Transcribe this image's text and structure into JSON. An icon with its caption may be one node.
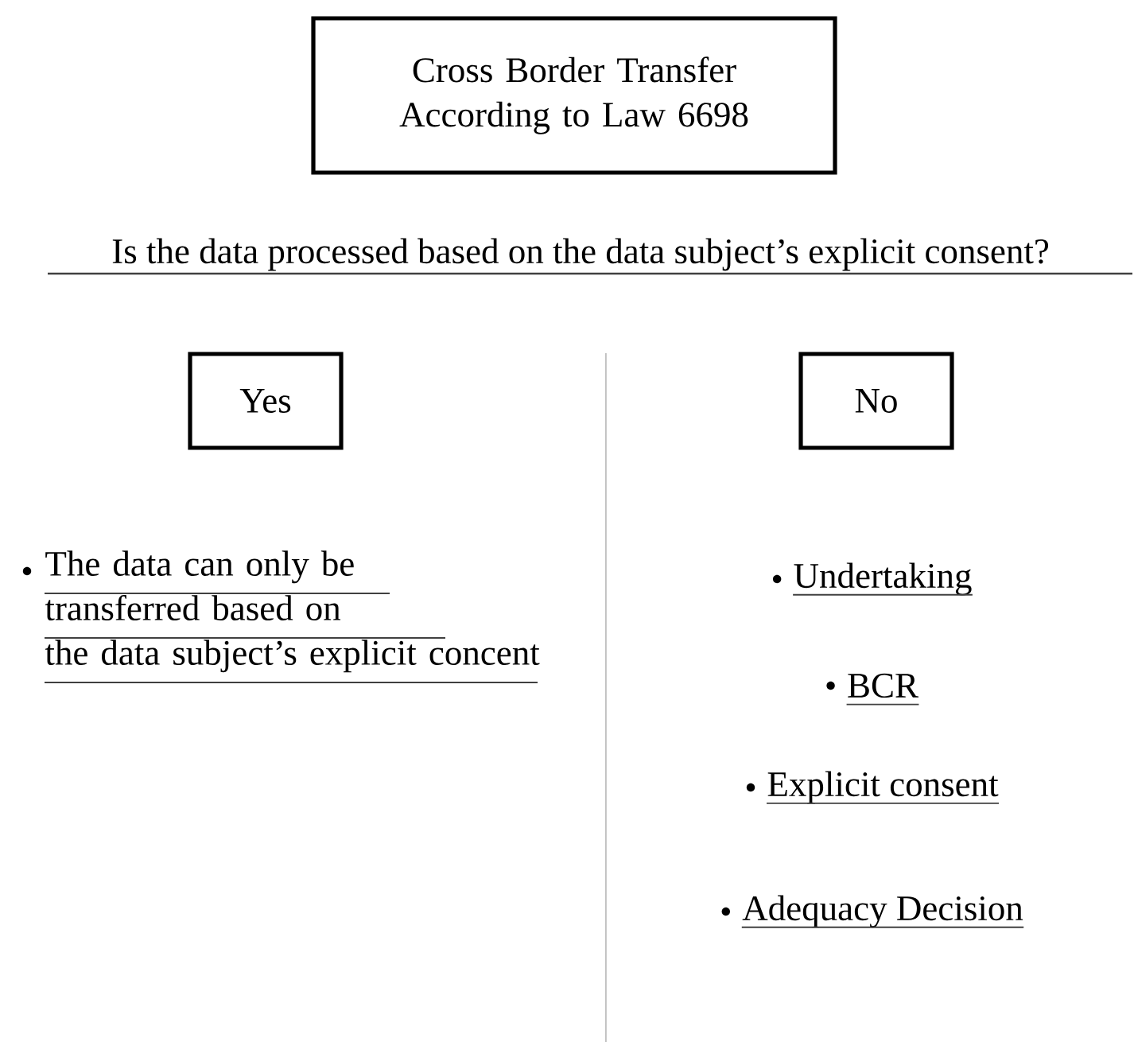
{
  "diagram": {
    "nodes": [
      {
        "text": [
          "Cross Border Transfer According to Law 6698"
        ]
      },
      {
        "text": [
          "Yes"
        ]
      },
      {
        "text": [
          "No"
        ]
      }
    ],
    "edges": [],
    "labels": [
      "Is the data processed based on the data subject’s explicit consent?",
      "The data can only be transferred based on the data subject’s explicit concent",
      "Undertaking",
      "BCR",
      "Explicit consent",
      "Adequacy Decision"
    ]
  }
}
